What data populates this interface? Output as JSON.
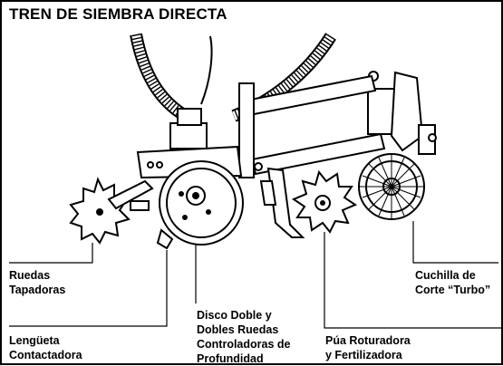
{
  "title": "TREN DE SIEMBRA DIRECTA",
  "labels": {
    "ruedas": {
      "line1": "Ruedas",
      "line2": "Tapadoras"
    },
    "lenguetas": {
      "line1": "Lengüeta",
      "line2": "Contactadora"
    },
    "disco": {
      "line1": "Disco Doble y",
      "line2": "Dobles Ruedas",
      "line3": "Controladoras de",
      "line4": "Profundidad"
    },
    "pua": {
      "line1": "Púa Roturadora",
      "line2": "y Fertilizadora"
    },
    "cuchilla": {
      "line1": "Cuchilla de",
      "line2": "Corte “Turbo”"
    }
  },
  "colors": {
    "ink": "#000000",
    "paper": "#ffffff",
    "frame": "#000000"
  }
}
